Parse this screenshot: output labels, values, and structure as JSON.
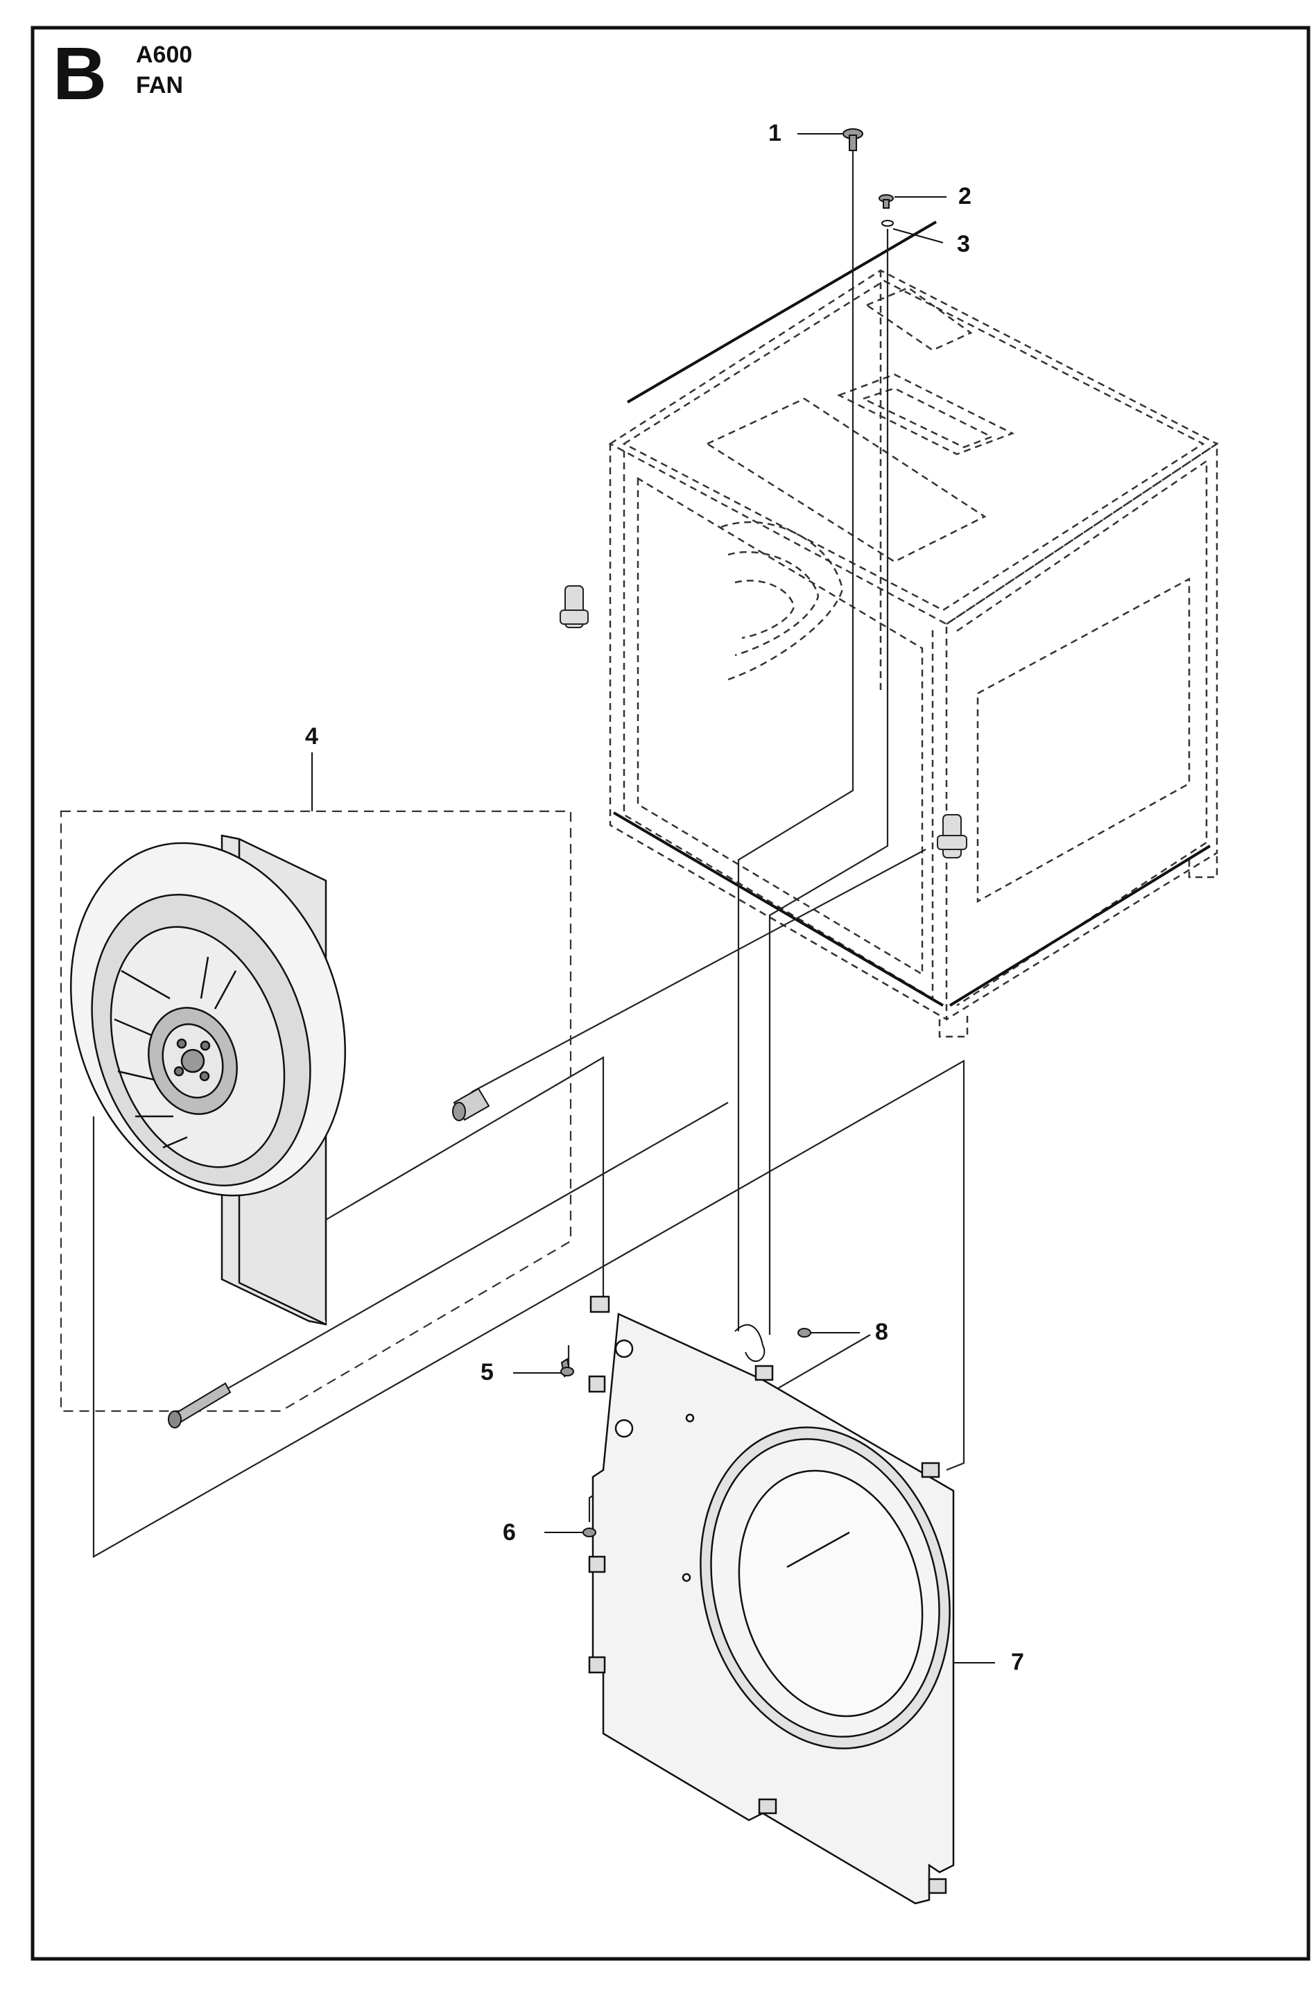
{
  "header": {
    "section_letter": "B",
    "model": "A600",
    "assembly_name": "FAN"
  },
  "callouts": [
    {
      "id": "1",
      "label": "1"
    },
    {
      "id": "2",
      "label": "2"
    },
    {
      "id": "3",
      "label": "3"
    },
    {
      "id": "4",
      "label": "4"
    },
    {
      "id": "5",
      "label": "5"
    },
    {
      "id": "6",
      "label": "6"
    },
    {
      "id": "7",
      "label": "7"
    },
    {
      "id": "8",
      "label": "8"
    }
  ],
  "colors": {
    "line": "#222222",
    "fill_light": "#f2f2f2",
    "fill_mid": "#d9d9d9",
    "fill_dark": "#9a9a9a"
  }
}
